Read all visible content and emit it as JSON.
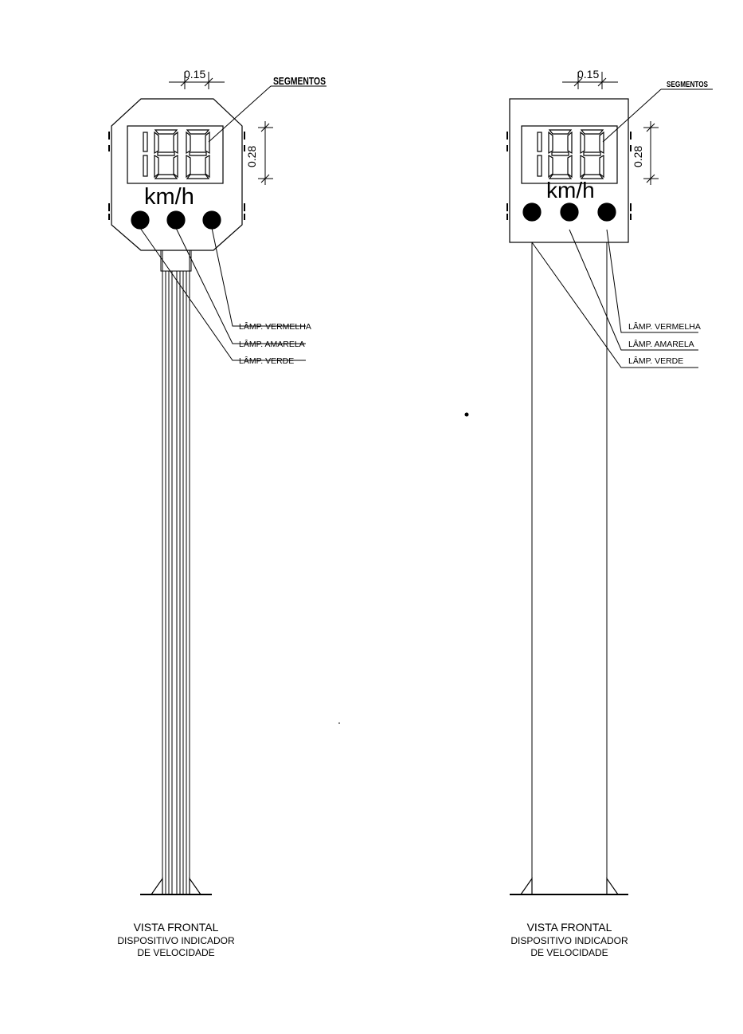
{
  "colors": {
    "ink": "#000000",
    "background": "#ffffff"
  },
  "left": {
    "dim_width": "0.15",
    "dim_height": "0.28",
    "segments_label": "SEGMENTOS",
    "unit_label": "km/h",
    "callout_red": "LÂMP. VERMELHA",
    "callout_yellow": "LÂMP. AMARELA",
    "callout_green": "LÂMP. VERDE",
    "title_line1": "VISTA FRONTAL",
    "title_line2": "DISPOSITIVO INDICADOR",
    "title_line3": "DE VELOCIDADE"
  },
  "right": {
    "dim_width": "0.15",
    "dim_height": "0.28",
    "segments_label": "SEGMENTOS",
    "unit_label": "km/h",
    "callout_red": "LÂMP. VERMELHA",
    "callout_yellow": "LÂMP. AMARELA",
    "callout_green": "LÂMP. VERDE",
    "title_line1": "VISTA FRONTAL",
    "title_line2": "DISPOSITIVO INDICADOR",
    "title_line3": "DE VELOCIDADE"
  }
}
